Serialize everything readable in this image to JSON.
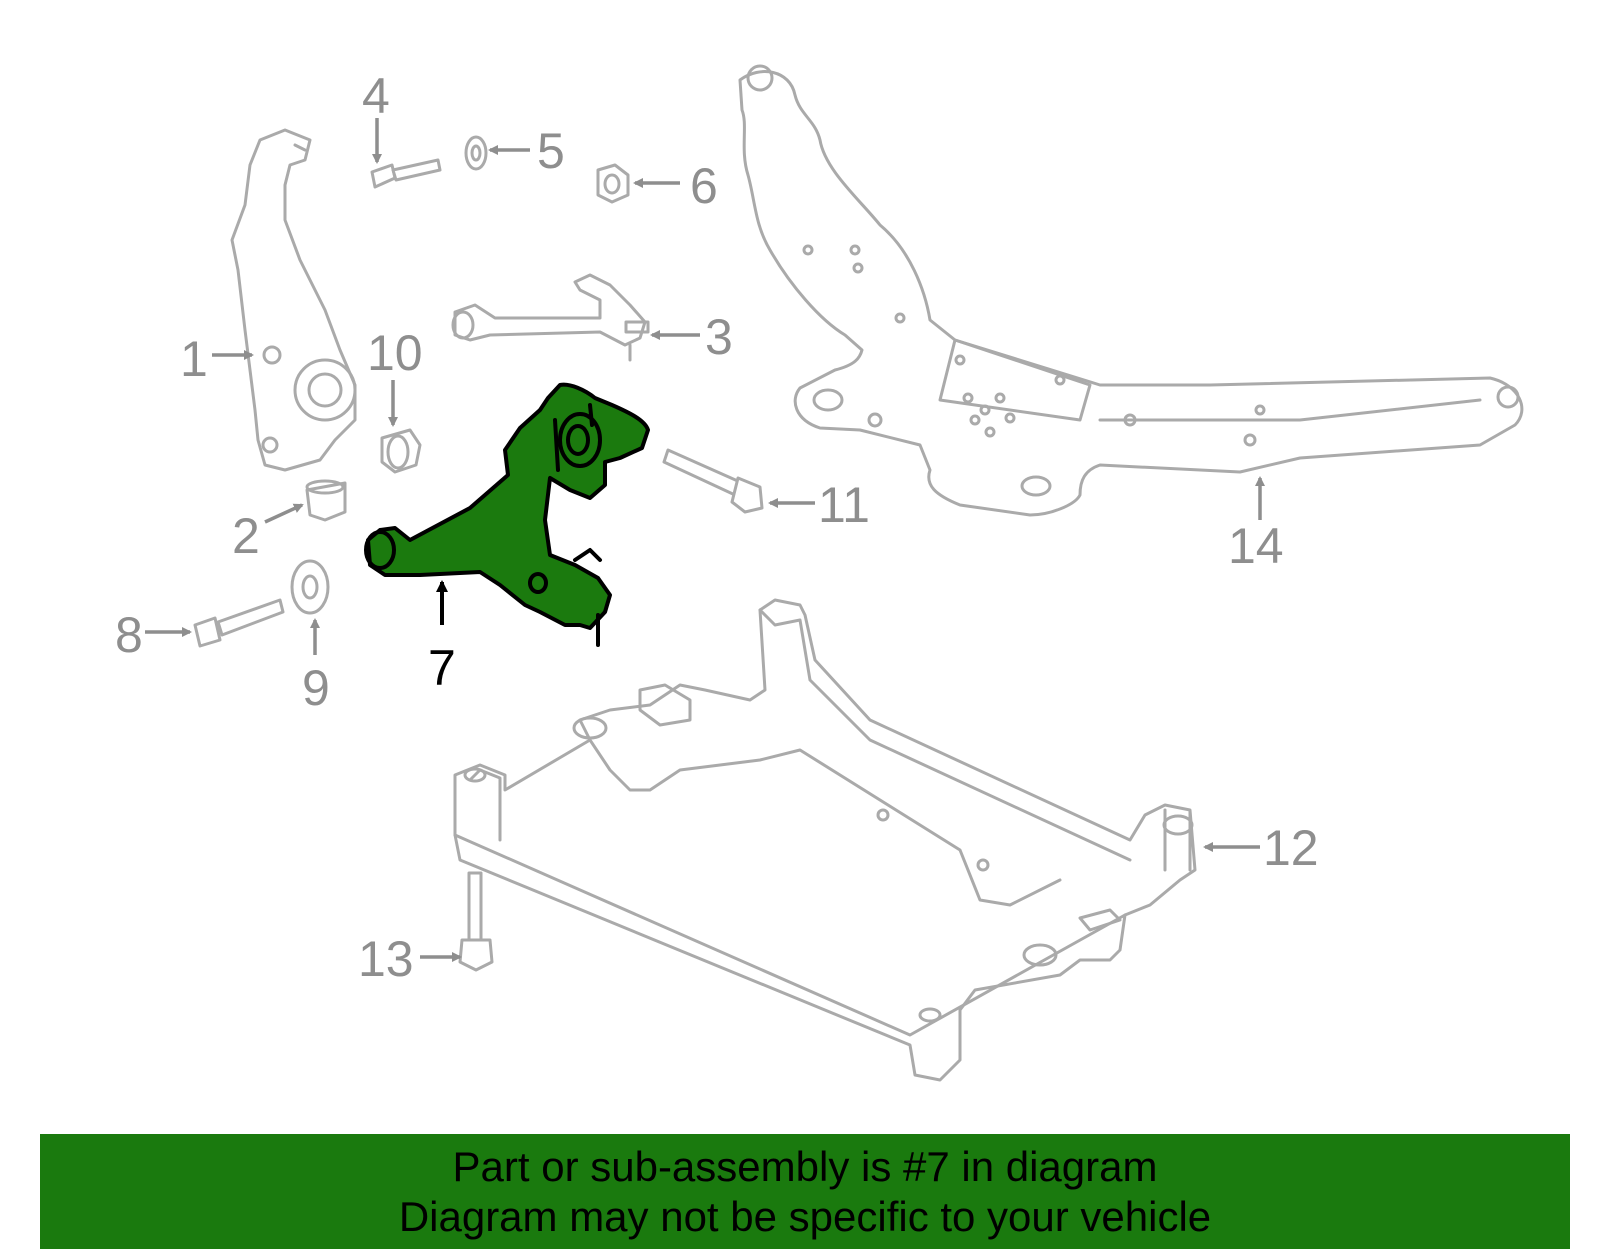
{
  "callouts": {
    "c1": "1",
    "c2": "2",
    "c3": "3",
    "c4": "4",
    "c5": "5",
    "c6": "6",
    "c7": "7",
    "c8": "8",
    "c9": "9",
    "c10": "10",
    "c11": "11",
    "c12": "12",
    "c13": "13",
    "c14": "14"
  },
  "highlighted_part": "7",
  "colors": {
    "highlight": "#1b7a0e",
    "banner": "#1a7a0e",
    "callout_grey": "#8e8e8e",
    "outline_grey": "#aaaaaa"
  },
  "banner": {
    "line1": "Part or sub-assembly is #7 in diagram",
    "line2": "Diagram may not be specific to your vehicle"
  }
}
